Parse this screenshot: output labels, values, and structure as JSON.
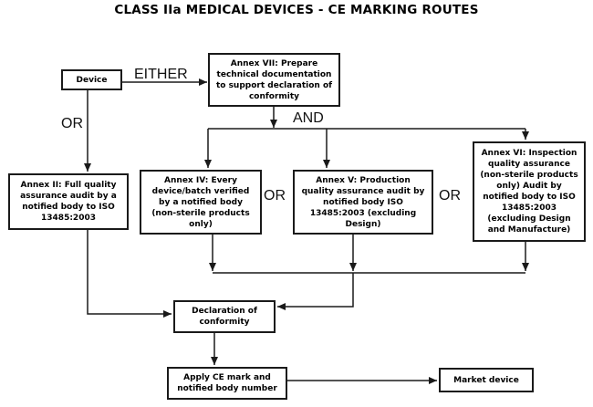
{
  "title": "CLASS IIa MEDICAL DEVICES - CE MARKING ROUTES",
  "labels": {
    "either": "EITHER",
    "or_left": "OR",
    "and": "AND",
    "or_mid": "OR",
    "or_right": "OR"
  },
  "nodes": {
    "device": "Device",
    "annex7": "Annex VII: Prepare\ntechnical documentation\nto support declaration of\nconformity",
    "annex2": "Annex II: Full quality\nassurance audit by a\nnotified body to ISO\n13485:2003",
    "annex4": "Annex IV: Every\ndevice/batch verified\nby a notified body\n(non-sterile products\nonly)",
    "annex5": "Annex V: Production\nquality assurance audit by\nnotified body ISO\n13485:2003 (excluding\nDesign)",
    "annex6": "Annex VI: Inspection\nquality assurance\n(non-sterile products\nonly) Audit by\nnotified body to ISO\n13485:2003\n(excluding Design\nand Manufacture)",
    "declaration": "Declaration of\nconformity",
    "apply": "Apply CE mark and\nnotified body number",
    "market": "Market device"
  },
  "colors": {
    "line": "#1a1a1a",
    "border": "#1a1a1a",
    "background": "#ffffff",
    "text": "#000000"
  }
}
